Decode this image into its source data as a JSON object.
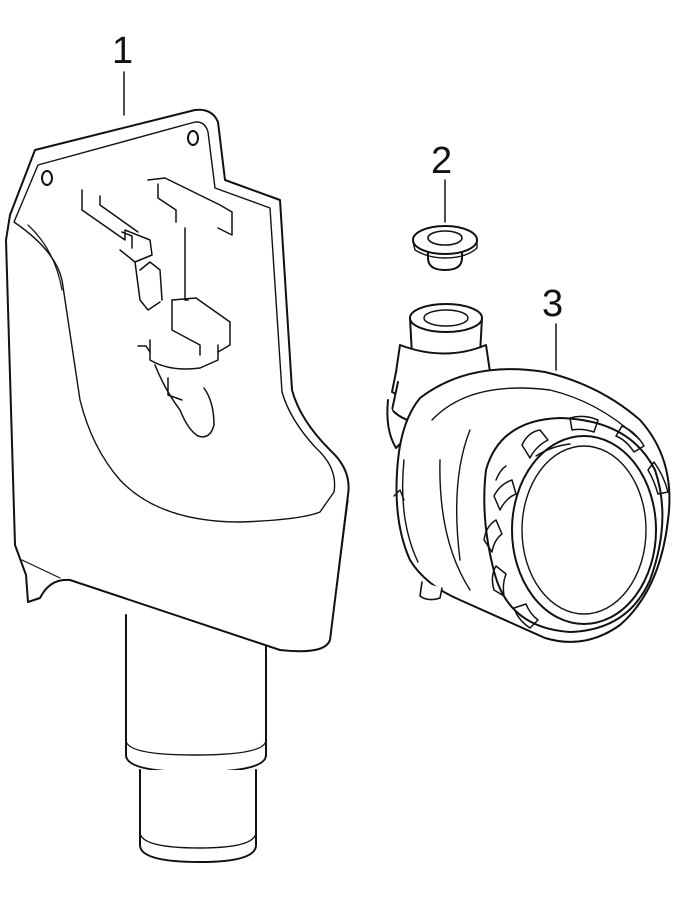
{
  "callouts": [
    {
      "label": "1",
      "part": "housing"
    },
    {
      "label": "2",
      "part": "seal-ring"
    },
    {
      "label": "3",
      "part": "siphon-body"
    }
  ],
  "colors": {
    "line": "#111111",
    "fill": "#ffffff"
  }
}
